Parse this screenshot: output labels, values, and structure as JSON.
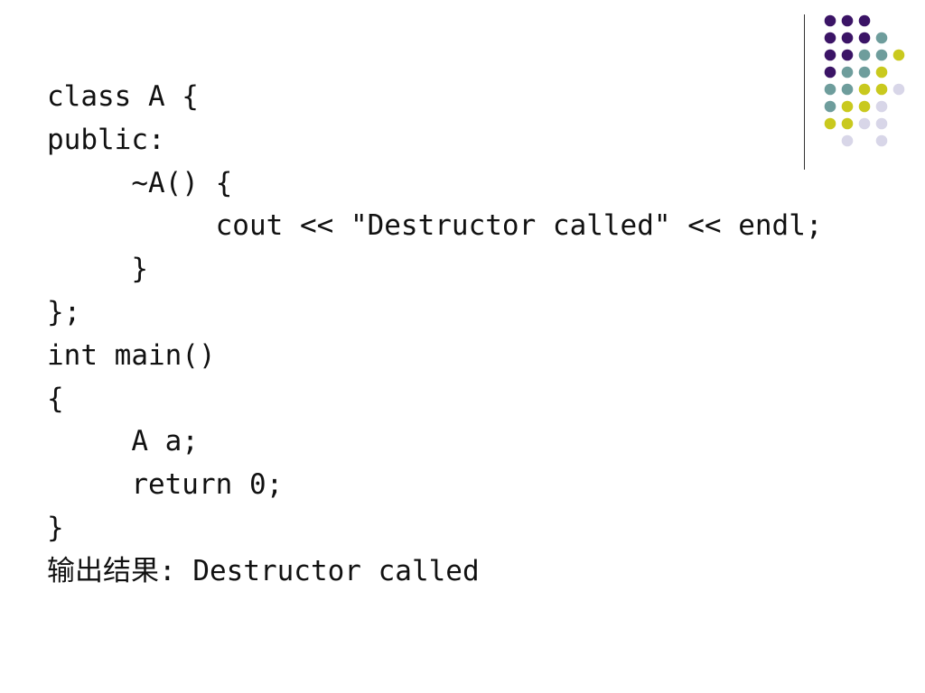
{
  "code_lines": [
    "class A {",
    "public:",
    "     ~A() {",
    "          cout << \"Destructor called\" << endl;",
    "     }",
    "};",
    "int main()",
    "{",
    "     A a;",
    "     return 0;",
    "}"
  ],
  "output": {
    "label": "输出结果: ",
    "value": "Destructor called"
  },
  "colors": {
    "purple": "#3b1466",
    "teal": "#6e9d9c",
    "yellow": "#c9c91e",
    "lavender": "#d8d6e8"
  }
}
